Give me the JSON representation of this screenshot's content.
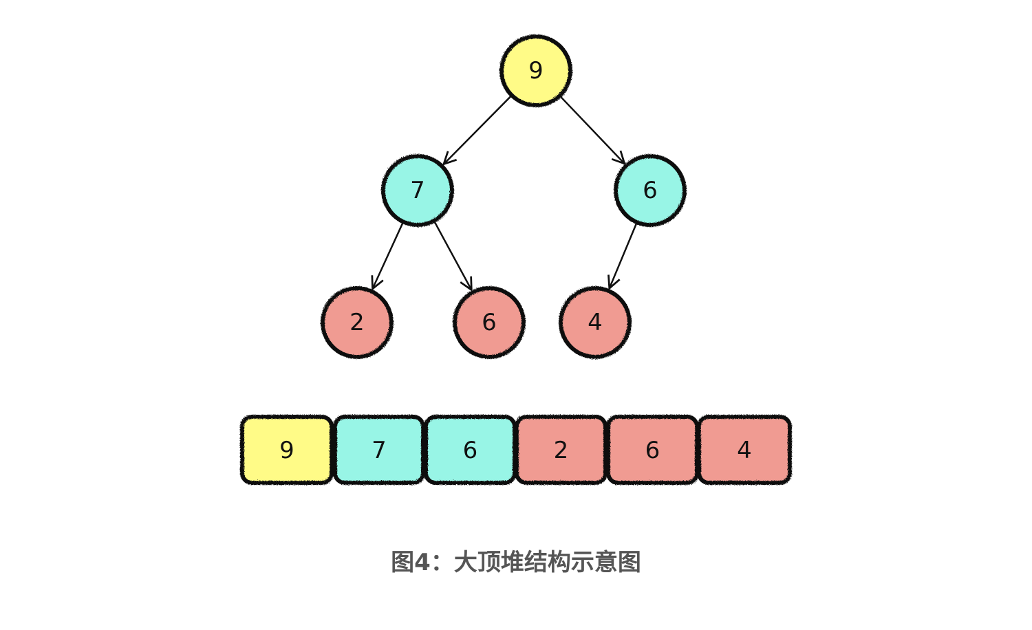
{
  "colors": {
    "root": "#fffb87",
    "level1": "#98f5e6",
    "level2": "#f09b92",
    "stroke": "#111111"
  },
  "tree": {
    "nodes": [
      {
        "value": "9",
        "level": "root"
      },
      {
        "value": "7",
        "level": "level1"
      },
      {
        "value": "6",
        "level": "level1"
      },
      {
        "value": "2",
        "level": "level2"
      },
      {
        "value": "6",
        "level": "level2"
      },
      {
        "value": "4",
        "level": "level2"
      }
    ],
    "edges": [
      [
        0,
        1
      ],
      [
        0,
        2
      ],
      [
        1,
        3
      ],
      [
        1,
        4
      ],
      [
        2,
        5
      ]
    ]
  },
  "array": [
    {
      "value": "9",
      "level": "root"
    },
    {
      "value": "7",
      "level": "level1"
    },
    {
      "value": "6",
      "level": "level1"
    },
    {
      "value": "2",
      "level": "level2"
    },
    {
      "value": "6",
      "level": "level2"
    },
    {
      "value": "4",
      "level": "level2"
    }
  ],
  "caption": "图4：大顶堆结构示意图"
}
